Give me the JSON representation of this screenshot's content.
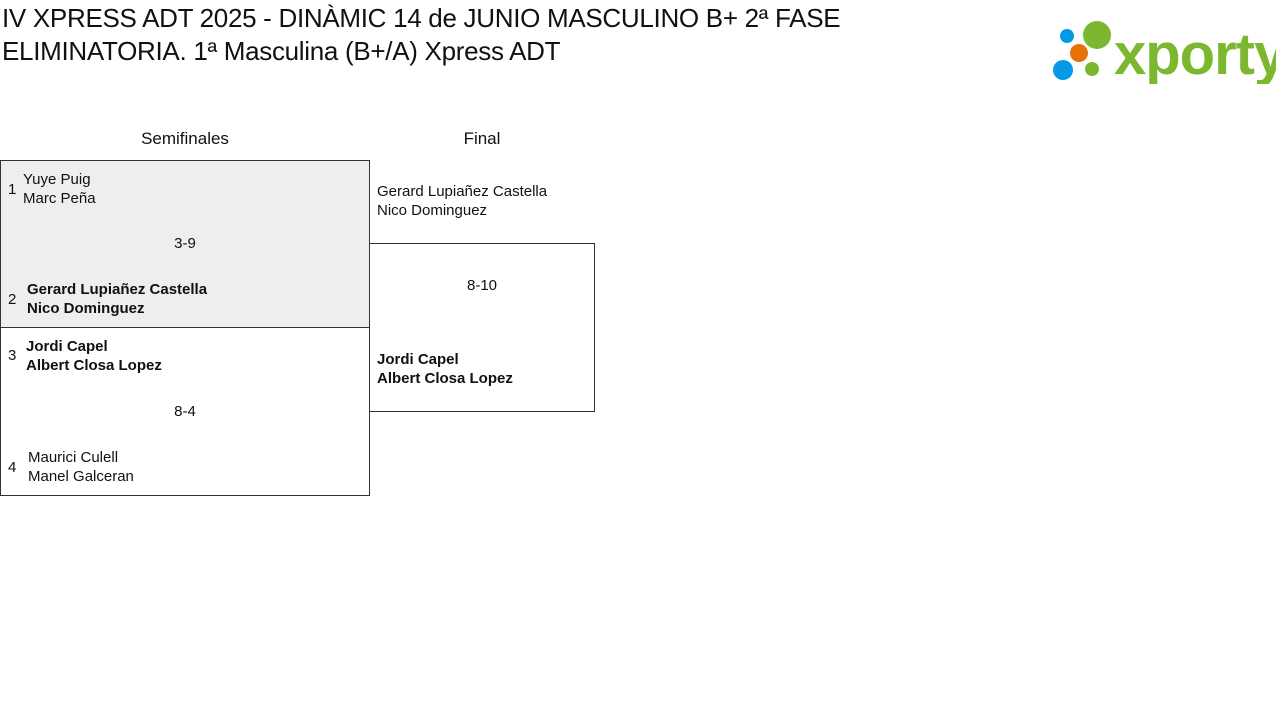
{
  "title": "IV XPRESS ADT 2025 - DINÀMIC 14 de JUNIO MASCULINO B+ 2ª FASE ELIMINATORIA. 1ª Masculina (B+/A) Xpress ADT",
  "logo": {
    "text": "xporty",
    "colors": {
      "green": "#7cb82f",
      "blue": "#039be5",
      "orange": "#e8710a"
    }
  },
  "rounds": [
    "Semifinales",
    "Final"
  ],
  "semifinals": [
    {
      "score": "3-9",
      "teams": [
        {
          "seed": "1",
          "p1": "Yuye Puig",
          "p2": "Marc Peña",
          "winner": false
        },
        {
          "seed": "2",
          "p1": "Gerard Lupiañez Castella",
          "p2": "Nico Dominguez",
          "winner": true
        }
      ]
    },
    {
      "score": "8-4",
      "teams": [
        {
          "seed": "3",
          "p1": "Jordi Capel",
          "p2": "Albert Closa Lopez",
          "winner": true
        },
        {
          "seed": "4",
          "p1": "Maurici Culell",
          "p2": "Manel Galceran",
          "winner": false
        }
      ]
    }
  ],
  "final": {
    "score": "8-10",
    "teams": [
      {
        "p1": "Gerard Lupiañez Castella",
        "p2": "Nico Dominguez",
        "winner": false
      },
      {
        "p1": "Jordi Capel",
        "p2": "Albert Closa Lopez",
        "winner": true
      }
    ]
  }
}
